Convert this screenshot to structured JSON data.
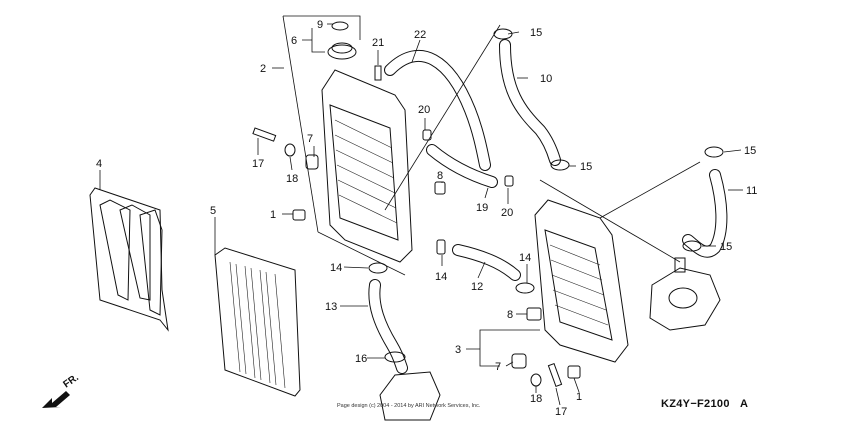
{
  "callouts": [
    "9",
    "6",
    "21",
    "22",
    "15",
    "2",
    "10",
    "20",
    "7",
    "17",
    "18",
    "15",
    "15",
    "4",
    "8",
    "19",
    "20",
    "11",
    "15",
    "1",
    "5",
    "14",
    "14",
    "12",
    "14",
    "13",
    "8",
    "3",
    "16",
    "7",
    "18",
    "17",
    "1"
  ],
  "diagram_code": "KZ4Y−F2100",
  "diagram_code_suffix": "A",
  "copyright": "Page design (c) 2004 - 2014 by ARI Network Services, Inc.",
  "direction_label": "FR."
}
